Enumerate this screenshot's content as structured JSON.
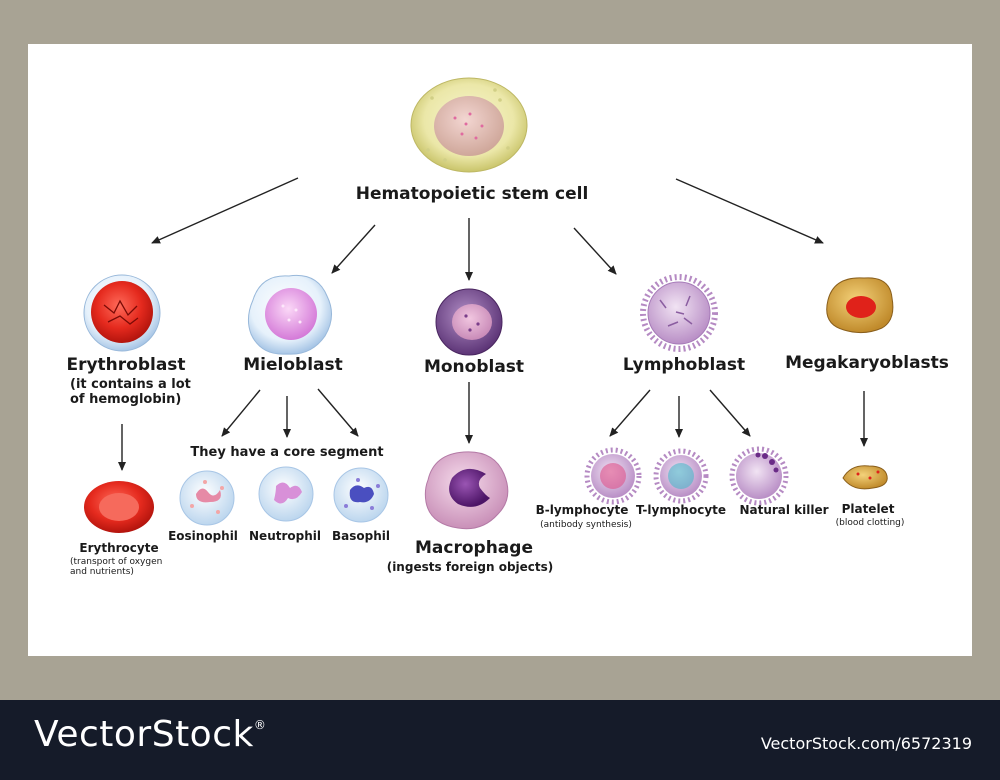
{
  "title": "Hematopoietic stem cell",
  "lineages": {
    "erythroblast": "Erythroblast",
    "erythroblast_note": "(it contains a lot\nof hemoglobin)",
    "mieloblast": "Mieloblast",
    "monoblast": "Monoblast",
    "lymphoblast": "Lymphoblast",
    "megakaryoblasts": "Megakaryoblasts"
  },
  "core_segment_note": "They have a core segment",
  "products": {
    "erythrocyte": "Erythrocyte",
    "erythrocyte_note": "(transport of oxygen\nand nutrients)",
    "eosinophil": "Eosinophil",
    "neutrophil": "Neutrophil",
    "basophil": "Basophil",
    "macrophage": "Macrophage",
    "macrophage_note": "(ingests foreign objects)",
    "b_lymphocyte": "B-lymphocyte",
    "b_lymphocyte_note": "(antibody synthesis)",
    "t_lymphocyte": "T-lymphocyte",
    "natural_killer": "Natural killer",
    "platelet": "Platelet",
    "platelet_note": "(blood clotting)"
  },
  "footer": {
    "brand": "VectorStock",
    "registered": "®",
    "site": "VectorStock.com/6572319"
  },
  "colors": {
    "background": "#a8a394",
    "panel": "#ffffff",
    "footer": "#151b29",
    "stem_cell": "#e8e4a0",
    "erythro_red": "#d9261c",
    "macrophage_purple": "#6a2b87",
    "lympho_violet": "#a67ab8"
  }
}
